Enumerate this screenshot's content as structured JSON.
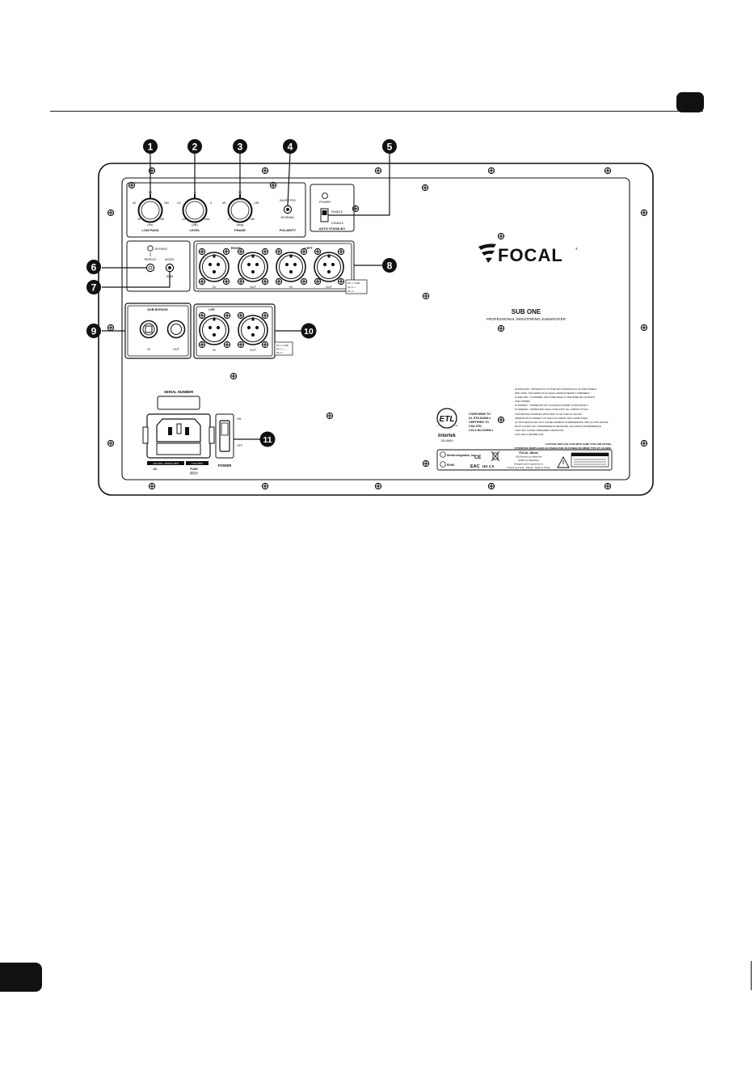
{
  "callouts": {
    "n1": "1",
    "n2": "2",
    "n3": "3",
    "n4": "4",
    "n5": "5",
    "n6": "6",
    "n7": "7",
    "n8": "8",
    "n9": "9",
    "n10": "10",
    "n11": "11"
  },
  "knobs": {
    "low_pass": {
      "label": "LOW PASS",
      "top": "80",
      "left": "40",
      "right": "160",
      "bl": "30",
      "br": "250",
      "bottom": "(Hz)"
    },
    "level": {
      "label": "LEVEL",
      "top": "-6",
      "left": "-12",
      "right": "0",
      "bl": "-18",
      "br": "Max",
      "bottom": "(dB)"
    },
    "phase": {
      "label": "PHASE",
      "top": "90",
      "left": "45",
      "right": "135",
      "bl": "0",
      "br": "180",
      "bottom": "(deg)"
    }
  },
  "polarity": {
    "label": "POLARITY",
    "inverted": "INVERTED",
    "normal": "NORMAL"
  },
  "auto_standby": {
    "power": "POWER",
    "enable": "ENABLE",
    "disable": "DISABLE",
    "label": "AUTO STAND-BY"
  },
  "bypass_box": {
    "bypass": "BYPASS",
    "repeat": "REPEAT",
    "mode": "MODE",
    "sum": "SUM"
  },
  "xlr_group": {
    "right": "RIGHT",
    "left": "LEFT",
    "in1": "IN",
    "out1": "OUT",
    "in2": "IN",
    "out2": "OUT",
    "pins": [
      "Pin 1: GND",
      "Pin 2: +",
      "Pin 3: -"
    ]
  },
  "sub_bypass": {
    "label": "SUB BYPASS",
    "in": "IN",
    "out": "OUT"
  },
  "lfe": {
    "label": "LFE",
    "in": "IN",
    "out": "OUT",
    "pins": [
      "Pin 1: GND",
      "Pin 2: +",
      "Pin 3: -"
    ]
  },
  "brand": {
    "name": "FOCAL",
    "product": "SUB ONE",
    "subtitle": "PROFESSIONAL MONITORING SUBWOOFER"
  },
  "serial": {
    "label": "SERIAL NUMBER"
  },
  "mains": {
    "ac": "AC",
    "rating": "100-240V~ 50/60Hz 80W",
    "fuse": "T2AL/250V",
    "fuse_label": "FUSE",
    "fuse_cn": "保险丝"
  },
  "power_switch": {
    "on": "ON",
    "off": "OFF",
    "label": "POWER"
  },
  "cert": {
    "conforms": [
      "CONFORMS TO",
      "UL STD.62368-1",
      "CERTIFIED TO",
      "CSA STD.",
      "C22.2 NO.62368-1"
    ],
    "intertek": "Intertek",
    "number": "3114849"
  },
  "warnings": [
    "IN ENGLAND: \"APPARATUS TO STRE WITH MAINS PLUG AS DISCONNECT",
    "PRD USED. THE MAINS PLUG SHALL REMAIN READILY OPERABLE.\"",
    "IN IRELAND: \"L'APPAREIL DOIT ÊTRE RELIÉ À UNE PRISE DE COURANT",
    "AVEC TERRE\"",
    "IN NORWAY: \"APPARATET MÅ TILKOPLES JORDET STIKKONTAKT\"",
    "IN SWEDEN: \"APPARATEN SKALL ANSLUTAS TILL JORDAT UTTAG\""
  ],
  "fcc": [
    "THIS DEVICE COMPLIES WITH PART 15 OF THE FCC RULES.",
    "OPERATION IS SUBJECT TO THE FOLLOWING TWO CONDITIONS:",
    "(1) THIS DEVICE MAY NOT CAUSE HARMFUL INTERFERENCE, AND (2) THIS DEVICE",
    "MUST ACCEPT ANY INTERFERENCE RECEIVED, INCLUDING INTERFERENCE",
    "THAT MAY CAUSE UNDESIRED OPERATION.",
    "CAN ICES-3 (B)/NMB-3 (B)"
  ],
  "caution": [
    "CAUTION: REPLACE FUSE WITH SAME TYPE AND RATING.",
    "ATTENTION: REMPLACER LE FUSIBLE PAR UN FUSIBLE DE MÊME TYPE ET CALIBRE."
  ],
  "manufacturer": {
    "importer": "Media Integration, Inc.",
    "focal": "FOCAL JMLab",
    "lines": [
      "108 Avenue du Maréchal",
      "42350 La Talaudière",
      "Designed and engineered in",
      "France by Focal - JMLab - Made in China"
    ],
    "rohs": "ROHS",
    "ce": "CE",
    "ukca": "UK CA",
    "eac": "EAC"
  }
}
